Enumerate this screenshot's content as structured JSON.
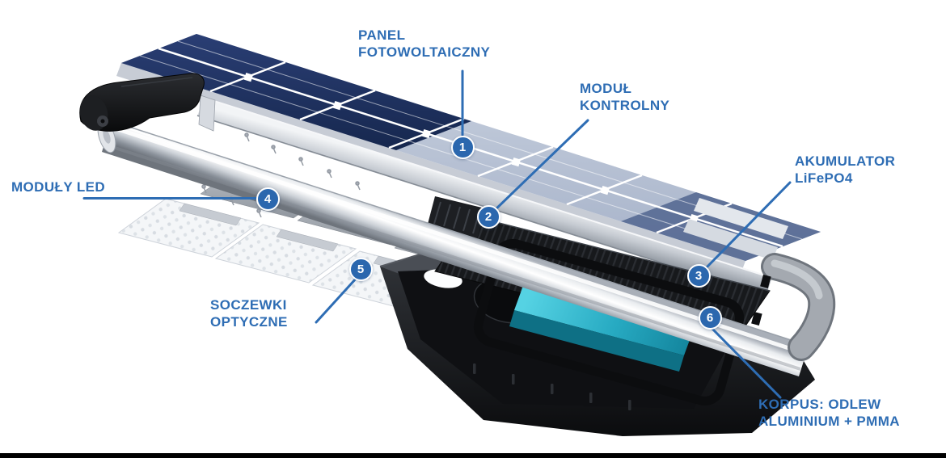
{
  "diagram": {
    "parts": [
      {
        "number": "1",
        "line1": "PANEL",
        "line2": "FOTOWOLTAICZNY"
      },
      {
        "number": "2",
        "line1": "MODUŁ",
        "line2": "KONTROLNY"
      },
      {
        "number": "3",
        "line1": "AKUMULATOR",
        "line2": "LiFePO4"
      },
      {
        "number": "4",
        "line1": "MODUŁY LED",
        "line2": ""
      },
      {
        "number": "5",
        "line1": "SOCZEWKI",
        "line2": "OPTYCZNE"
      },
      {
        "number": "6",
        "line1": "KORPUS: ODLEW",
        "line2": "ALUMINIUM + PMMA"
      }
    ],
    "colors": {
      "accent_blue": "#2e6db4",
      "marker_fill": "#2b67ae",
      "panel_cell_dark": "#203062",
      "panel_cell_light": "#b8c2d5",
      "battery_teal": "#2fb3c9",
      "housing_black": "#1a1c1f",
      "chrome": "#e8ebee",
      "bottom_bar": "#000000"
    }
  }
}
